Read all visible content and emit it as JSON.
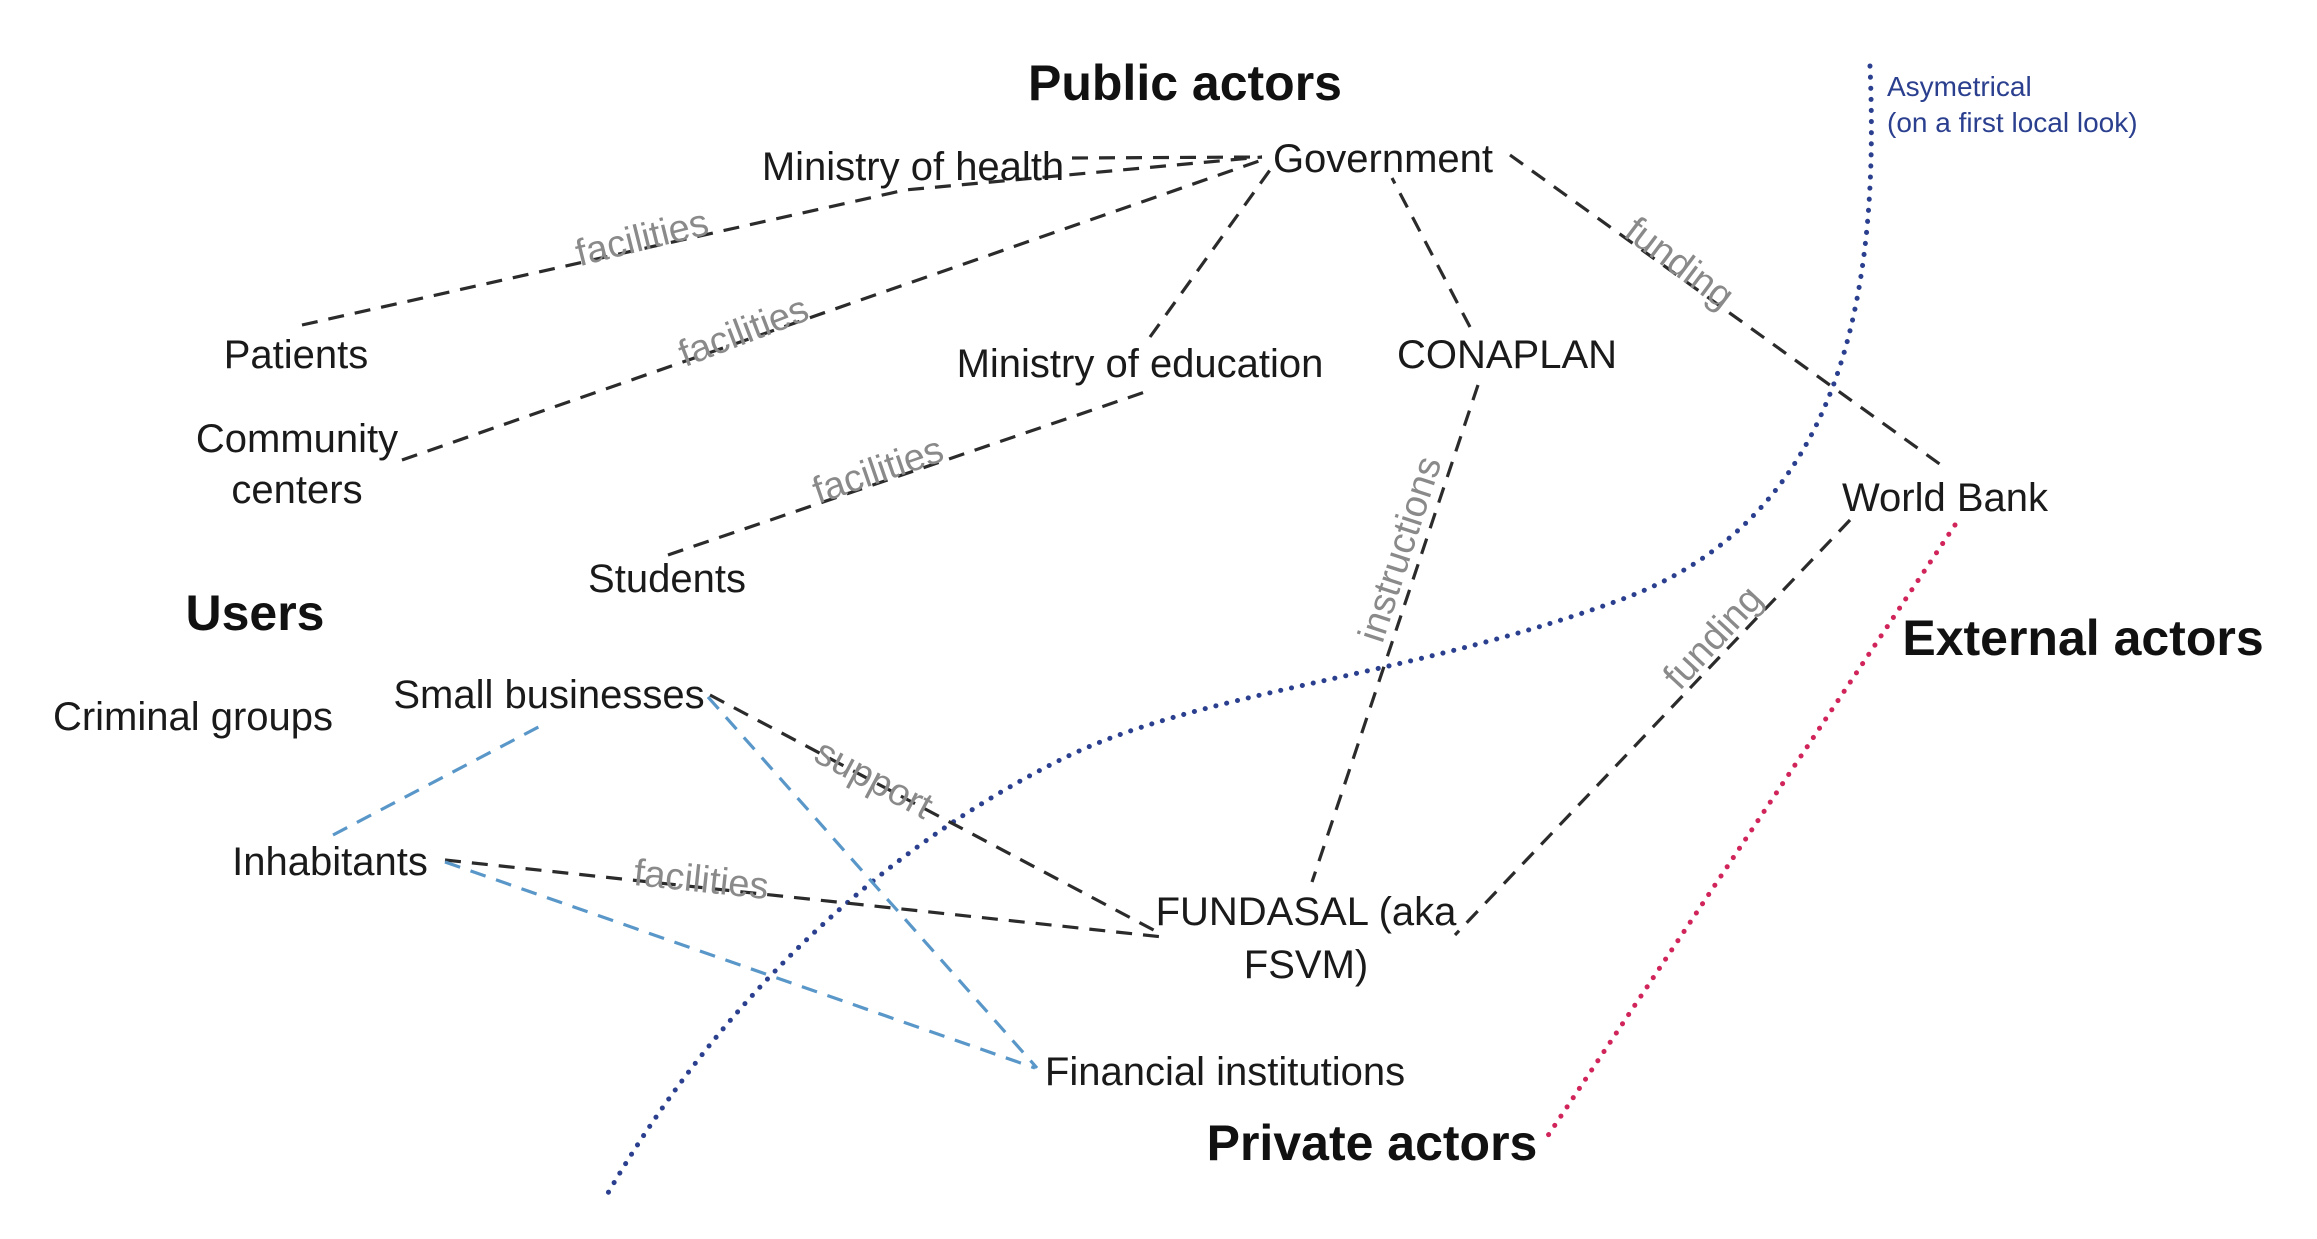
{
  "colors": {
    "edge_dark": "#2b2b2b",
    "edge_blue": "#5a97c9",
    "edge_label": "#8a8a8a",
    "divider_blue": "#2b3f8f",
    "divider_red": "#d0245a",
    "note_text": "#2b3f8f"
  },
  "headings": {
    "public": "Public actors",
    "users": "Users",
    "external": "External actors",
    "private": "Private actors"
  },
  "nodes": {
    "ministry_health": "Ministry of health",
    "government": "Government",
    "patients": "Patients",
    "community_line1": "Community",
    "community_line2": "centers",
    "ministry_education": "Ministry of education",
    "conaplan": "CONAPLAN",
    "world_bank": "World Bank",
    "students": "Students",
    "criminal_groups": "Criminal groups",
    "small_businesses": "Small businesses",
    "inhabitants": "Inhabitants",
    "fundasal_line1": "FUNDASAL (aka",
    "fundasal_line2": "FSVM)",
    "financial_institutions": "Financial institutions"
  },
  "edge_labels": {
    "facilities_patients": "facilities",
    "facilities_community": "facilities",
    "facilities_students": "facilities",
    "funding_gov_wb": "funding",
    "instructions": "instructions",
    "funding_wb_fundasal": "funding",
    "support": "support",
    "facilities_inhabitants": "facilities"
  },
  "note": {
    "line1": "Asymetrical",
    "line2": "(on a first local look)"
  }
}
